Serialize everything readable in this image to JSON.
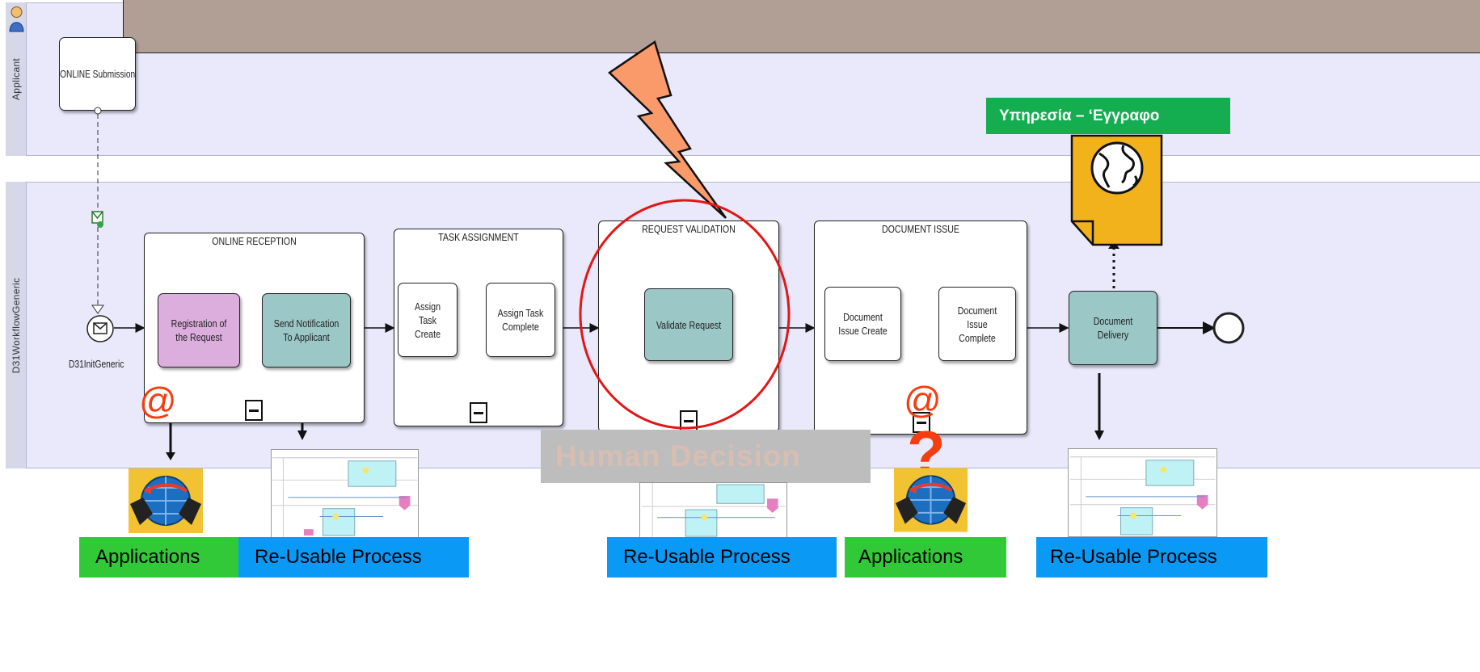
{
  "lanes": {
    "applicant": "Applicant",
    "workflow": "D31WorkflowGeneric"
  },
  "submission": "ONLINE Submission",
  "start_event": "D31InitGeneric",
  "subprocesses": {
    "reception": "ONLINE RECEPTION",
    "assignment": "TASK ASSIGNMENT",
    "validation": "REQUEST VALIDATION",
    "issue": "DOCUMENT ISSUE"
  },
  "tasks": {
    "registration": "Registration of the Request",
    "notification": "Send Notification To Applicant",
    "assign_create": "Assign Task Create",
    "assign_complete": "Assign Task Complete",
    "validate": "Validate Request",
    "issue_create": "Document Issue Create",
    "issue_complete": "Document Issue Complete",
    "delivery": "Document Delivery"
  },
  "service_label": "Υπηρεσία – ‘Εγγραφο",
  "human_decision": "Human Decision",
  "at_symbol": "@",
  "question_mark": "?",
  "bottom_labels": {
    "applications_1": "Applications",
    "reusable_1": "Re-Usable Process",
    "reusable_2": "Re-Usable Process",
    "applications_2": "Applications",
    "reusable_3": "Re-Usable Process"
  },
  "colors": {
    "registration": "#dcaede",
    "teal_task": "#9cc7c7",
    "header_bar": "#b19f96",
    "lightning": "#fa9a6a",
    "document": "#f2b21c",
    "service_label_bg": "#14ad4f",
    "applications_bg": "#32c938",
    "reusable_bg": "#0a99f5",
    "human_decision_bg": "#bdbdbd",
    "human_decision_text": "#d8beb1",
    "highlight_ring": "#e31515",
    "at_symbol": "#f53d10"
  }
}
